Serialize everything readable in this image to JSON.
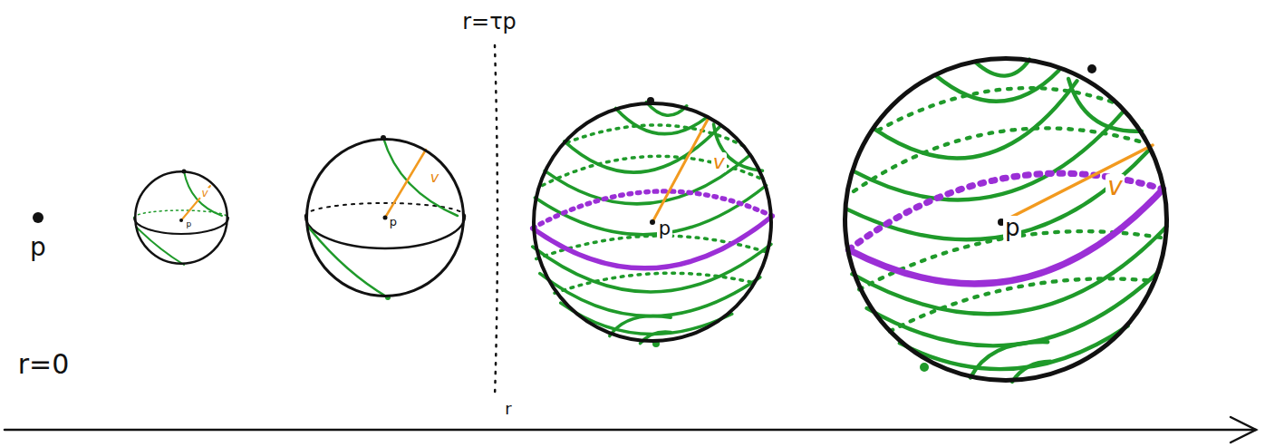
{
  "diagram": {
    "nodes": [
      {
        "text": [
          "p",
          "v"
        ]
      },
      {
        "text": [
          "p",
          "v"
        ]
      },
      {
        "text": [
          "p",
          "v"
        ]
      },
      {
        "text": [
          "p",
          "v"
        ]
      }
    ],
    "labels": [
      "p",
      "r=0",
      "r=τp",
      "r"
    ]
  }
}
